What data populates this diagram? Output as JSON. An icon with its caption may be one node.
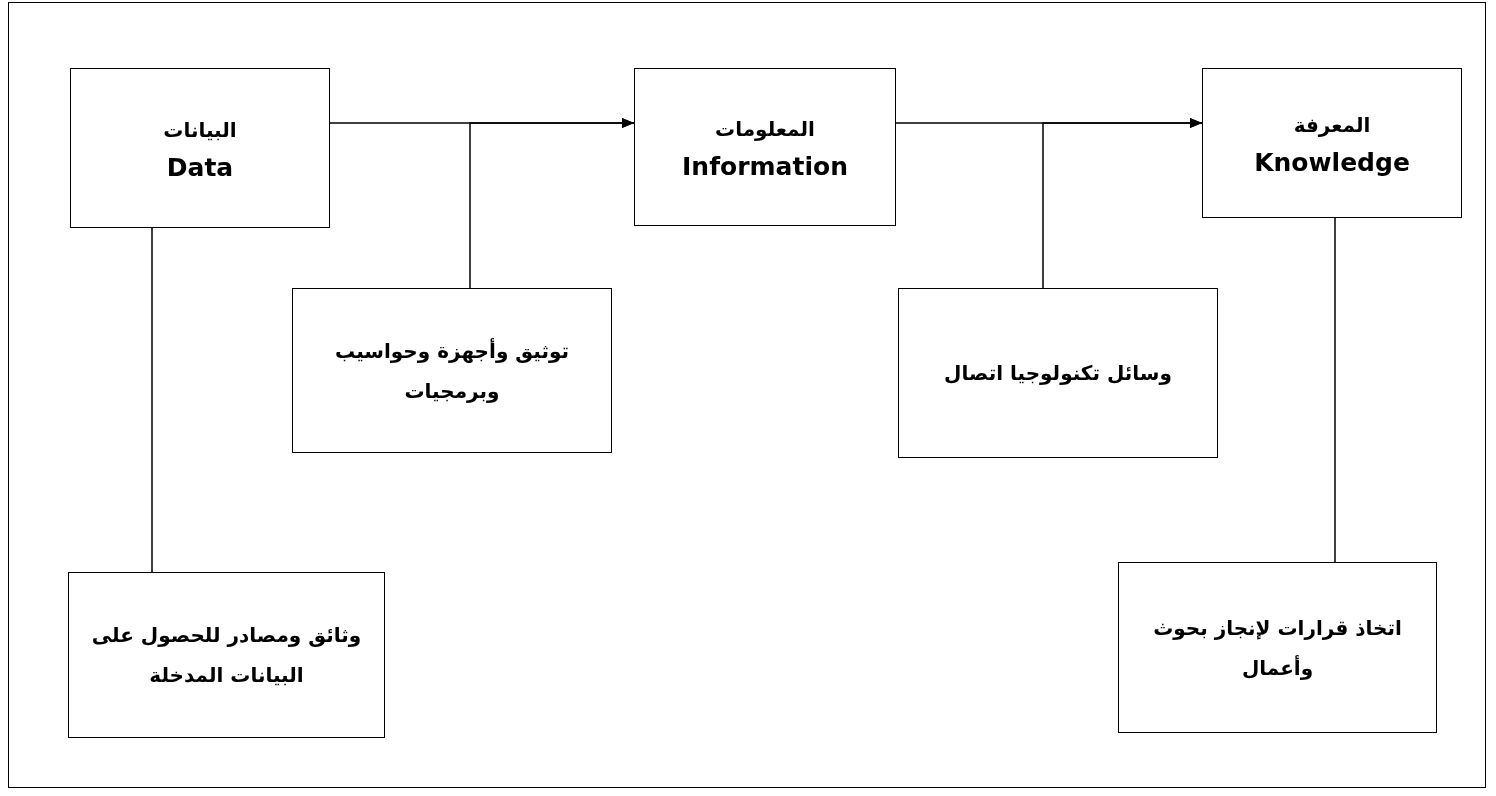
{
  "diagram": {
    "nodes": [
      {
        "text": [
          "البيانات",
          "Data"
        ]
      },
      {
        "text": [
          "المعلومات",
          "Information"
        ]
      },
      {
        "text": [
          "المعرفة",
          "Knowledge"
        ]
      },
      {
        "text": [
          "توثيق وأجهزة وحواسيب وبرمجيات"
        ]
      },
      {
        "text": [
          "وسائل تكنولوجيا اتصال"
        ]
      },
      {
        "text": [
          "وثائق ومصادر للحصول على البيانات المدخلة"
        ]
      },
      {
        "text": [
          "اتخاذ قرارات لإنجاز بحوث وأعمال"
        ]
      }
    ],
    "edges": [
      {
        "from": 0,
        "to": 1,
        "arrow": "to"
      },
      {
        "from": 3,
        "to": 1,
        "arrow": "to"
      },
      {
        "from": 1,
        "to": 2,
        "arrow": "to"
      },
      {
        "from": 4,
        "to": 2,
        "arrow": "to"
      },
      {
        "from": 0,
        "to": 5,
        "arrow": "none"
      },
      {
        "from": 2,
        "to": 6,
        "arrow": "none"
      }
    ]
  }
}
